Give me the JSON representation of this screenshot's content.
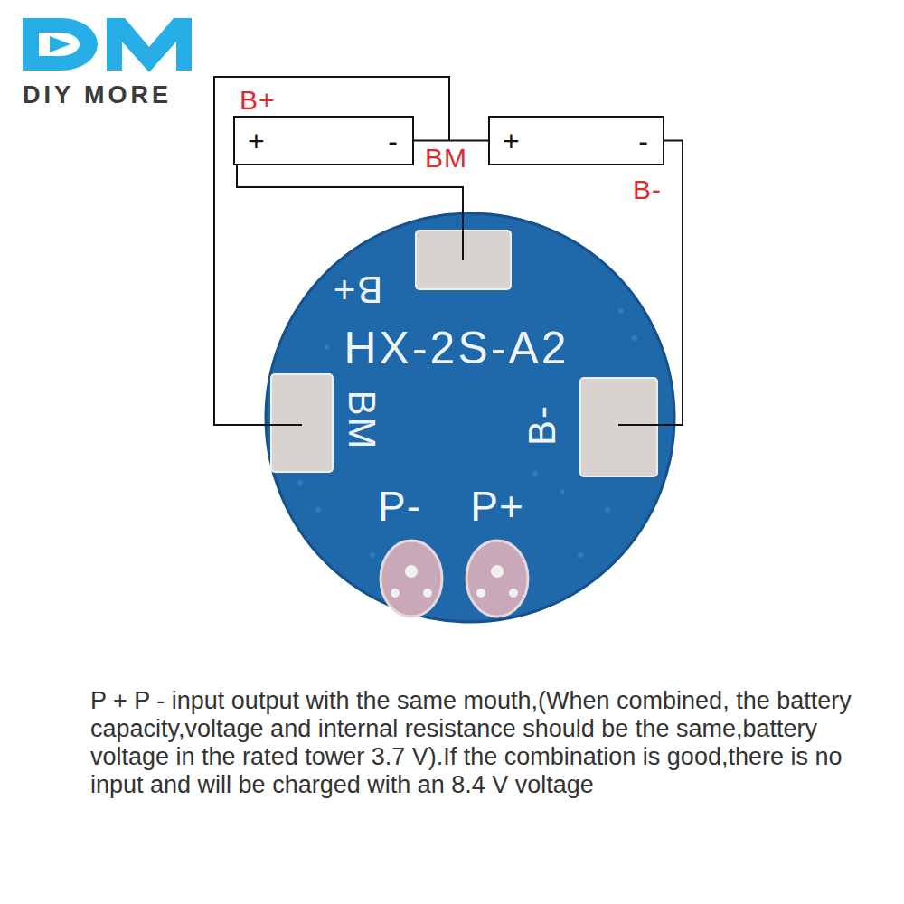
{
  "diagram": {
    "caption": "P + P - input output with the same mouth,(When combined, the battery capacity,voltage and internal resistance should be the same,battery voltage in the rated tower 3.7 V).If the combination is good,there is no input and will be charged with an 8.4 V voltage",
    "nodes": [
      {
        "text": [
          "+",
          "-"
        ]
      },
      {
        "text": [
          "+",
          "-"
        ]
      },
      {
        "text": [
          "B+",
          "HX-2S-A2",
          "BM",
          "B-",
          "P-",
          "P+"
        ]
      }
    ],
    "edges": [
      {
        "from": 0,
        "to": 1,
        "arrow": "none"
      },
      {
        "from": 0,
        "to": 2,
        "arrow": "none"
      },
      {
        "from": 1,
        "to": 2,
        "arrow": "none"
      }
    ],
    "labels": [
      "DIY MORE",
      "B+",
      "BM",
      "B-"
    ]
  }
}
